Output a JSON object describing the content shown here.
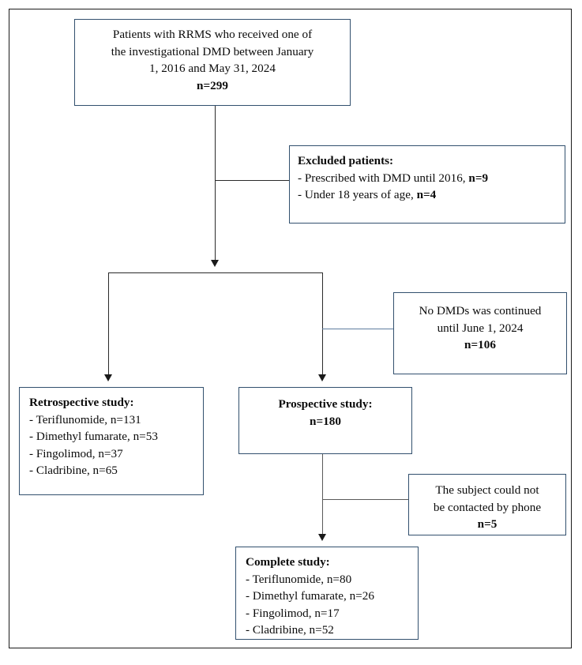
{
  "diagram": {
    "title": "Patient flow diagram (CONSORT-style)",
    "colors": {
      "box_border": "#32506e",
      "page_border": "#1a1a1a",
      "connector": "#2a2a2a",
      "connector_light": "#5d7d9e",
      "connector_grey": "#5a5a5a",
      "text": "#0b0b0b",
      "background": "#ffffff"
    },
    "nodes": {
      "enrolled": {
        "line1": "Patients with RRMS who received one of",
        "line2": "the investigational DMD between January",
        "line3": "1, 2016 and May 31, 2024",
        "n": "n=299"
      },
      "excluded": {
        "header": "Excluded patients:",
        "item1": "- Prescribed with DMD until 2016, ",
        "item1_n": "n=9",
        "item2": "- Under 18 years of age, ",
        "item2_n": "n=4"
      },
      "no_dmds": {
        "line1": "No DMDs was continued",
        "line2": "until June 1, 2024",
        "n": "n=106"
      },
      "retrospective": {
        "header": "Retrospective study:",
        "item1": "- Teriflunomide, n=131",
        "item2": "- Dimethyl fumarate, n=53",
        "item3": "- Fingolimod, n=37",
        "item4": "- Cladribine, n=65"
      },
      "prospective": {
        "header": "Prospective study:",
        "n": "n=180"
      },
      "not_contacted": {
        "line1": "The subject could not",
        "line2": "be contacted by phone",
        "n": "n=5"
      },
      "complete": {
        "header": "Complete study:",
        "item1": "- Teriflunomide, n=80",
        "item2": "- Dimethyl fumarate, n=26",
        "item3": "- Fingolimod, n=17",
        "item4": "- Cladribine, n=52"
      }
    }
  }
}
